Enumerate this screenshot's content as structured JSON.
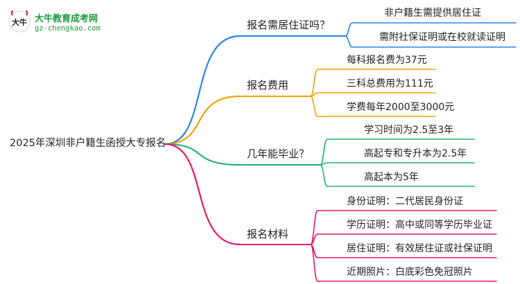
{
  "logo": {
    "title": "大牛教育成考网",
    "subtitle": "gz-chengkao.com",
    "mark_text": "大牛"
  },
  "root": "2025年深圳非户籍生函授大专报名",
  "branches": [
    {
      "label": "报名需居住证吗？",
      "color": "#2a84e8",
      "leaves": [
        "非户籍生需提供居住证",
        "需附社保证明或在校就读证明"
      ]
    },
    {
      "label": "报名费用",
      "color": "#f0a400",
      "leaves": [
        "每科报名费为37元",
        "三科总费用为111元",
        "学费每年2000至3000元"
      ]
    },
    {
      "label": "几年能毕业？",
      "color": "#21b36b",
      "leaves": [
        "学习时间为2.5至3年",
        "高起专和专升本为2.5年",
        "高起本为5年"
      ]
    },
    {
      "label": "报名材料",
      "color": "#e8176f",
      "leaves": [
        "身份证明：二代居民身份证",
        "学历证明：高中或同等学历毕业证",
        "居住证明：有效居住证或社保证明",
        "近期照片：白底彩色免冠照片"
      ]
    }
  ]
}
